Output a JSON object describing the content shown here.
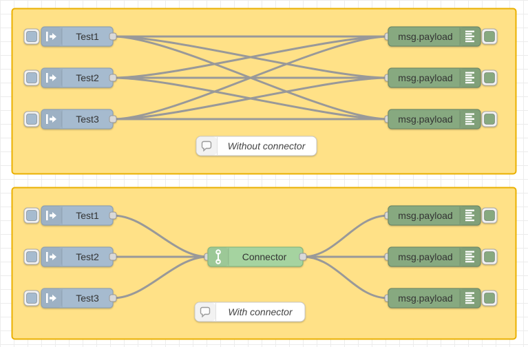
{
  "colors": {
    "inject": "#a6bbcf",
    "debug": "#87a980",
    "connector": "#a5d3a0",
    "group_fill": "#ffe187",
    "group_stroke": "#eab000",
    "wire": "#999999",
    "port": "#d9d9d9",
    "label": "#333333"
  },
  "groups": [
    {
      "name": "without-connector",
      "inject_nodes": [
        {
          "label": "Test1"
        },
        {
          "label": "Test2"
        },
        {
          "label": "Test3"
        }
      ],
      "debug_nodes": [
        {
          "label": "msg.payload"
        },
        {
          "label": "msg.payload"
        },
        {
          "label": "msg.payload"
        }
      ],
      "comment": {
        "label": "Without connector"
      }
    },
    {
      "name": "with-connector",
      "inject_nodes": [
        {
          "label": "Test1"
        },
        {
          "label": "Test2"
        },
        {
          "label": "Test3"
        }
      ],
      "connector_node": {
        "label": "Connector"
      },
      "debug_nodes": [
        {
          "label": "msg.payload"
        },
        {
          "label": "msg.payload"
        },
        {
          "label": "msg.payload"
        }
      ],
      "comment": {
        "label": "With connector"
      }
    }
  ]
}
